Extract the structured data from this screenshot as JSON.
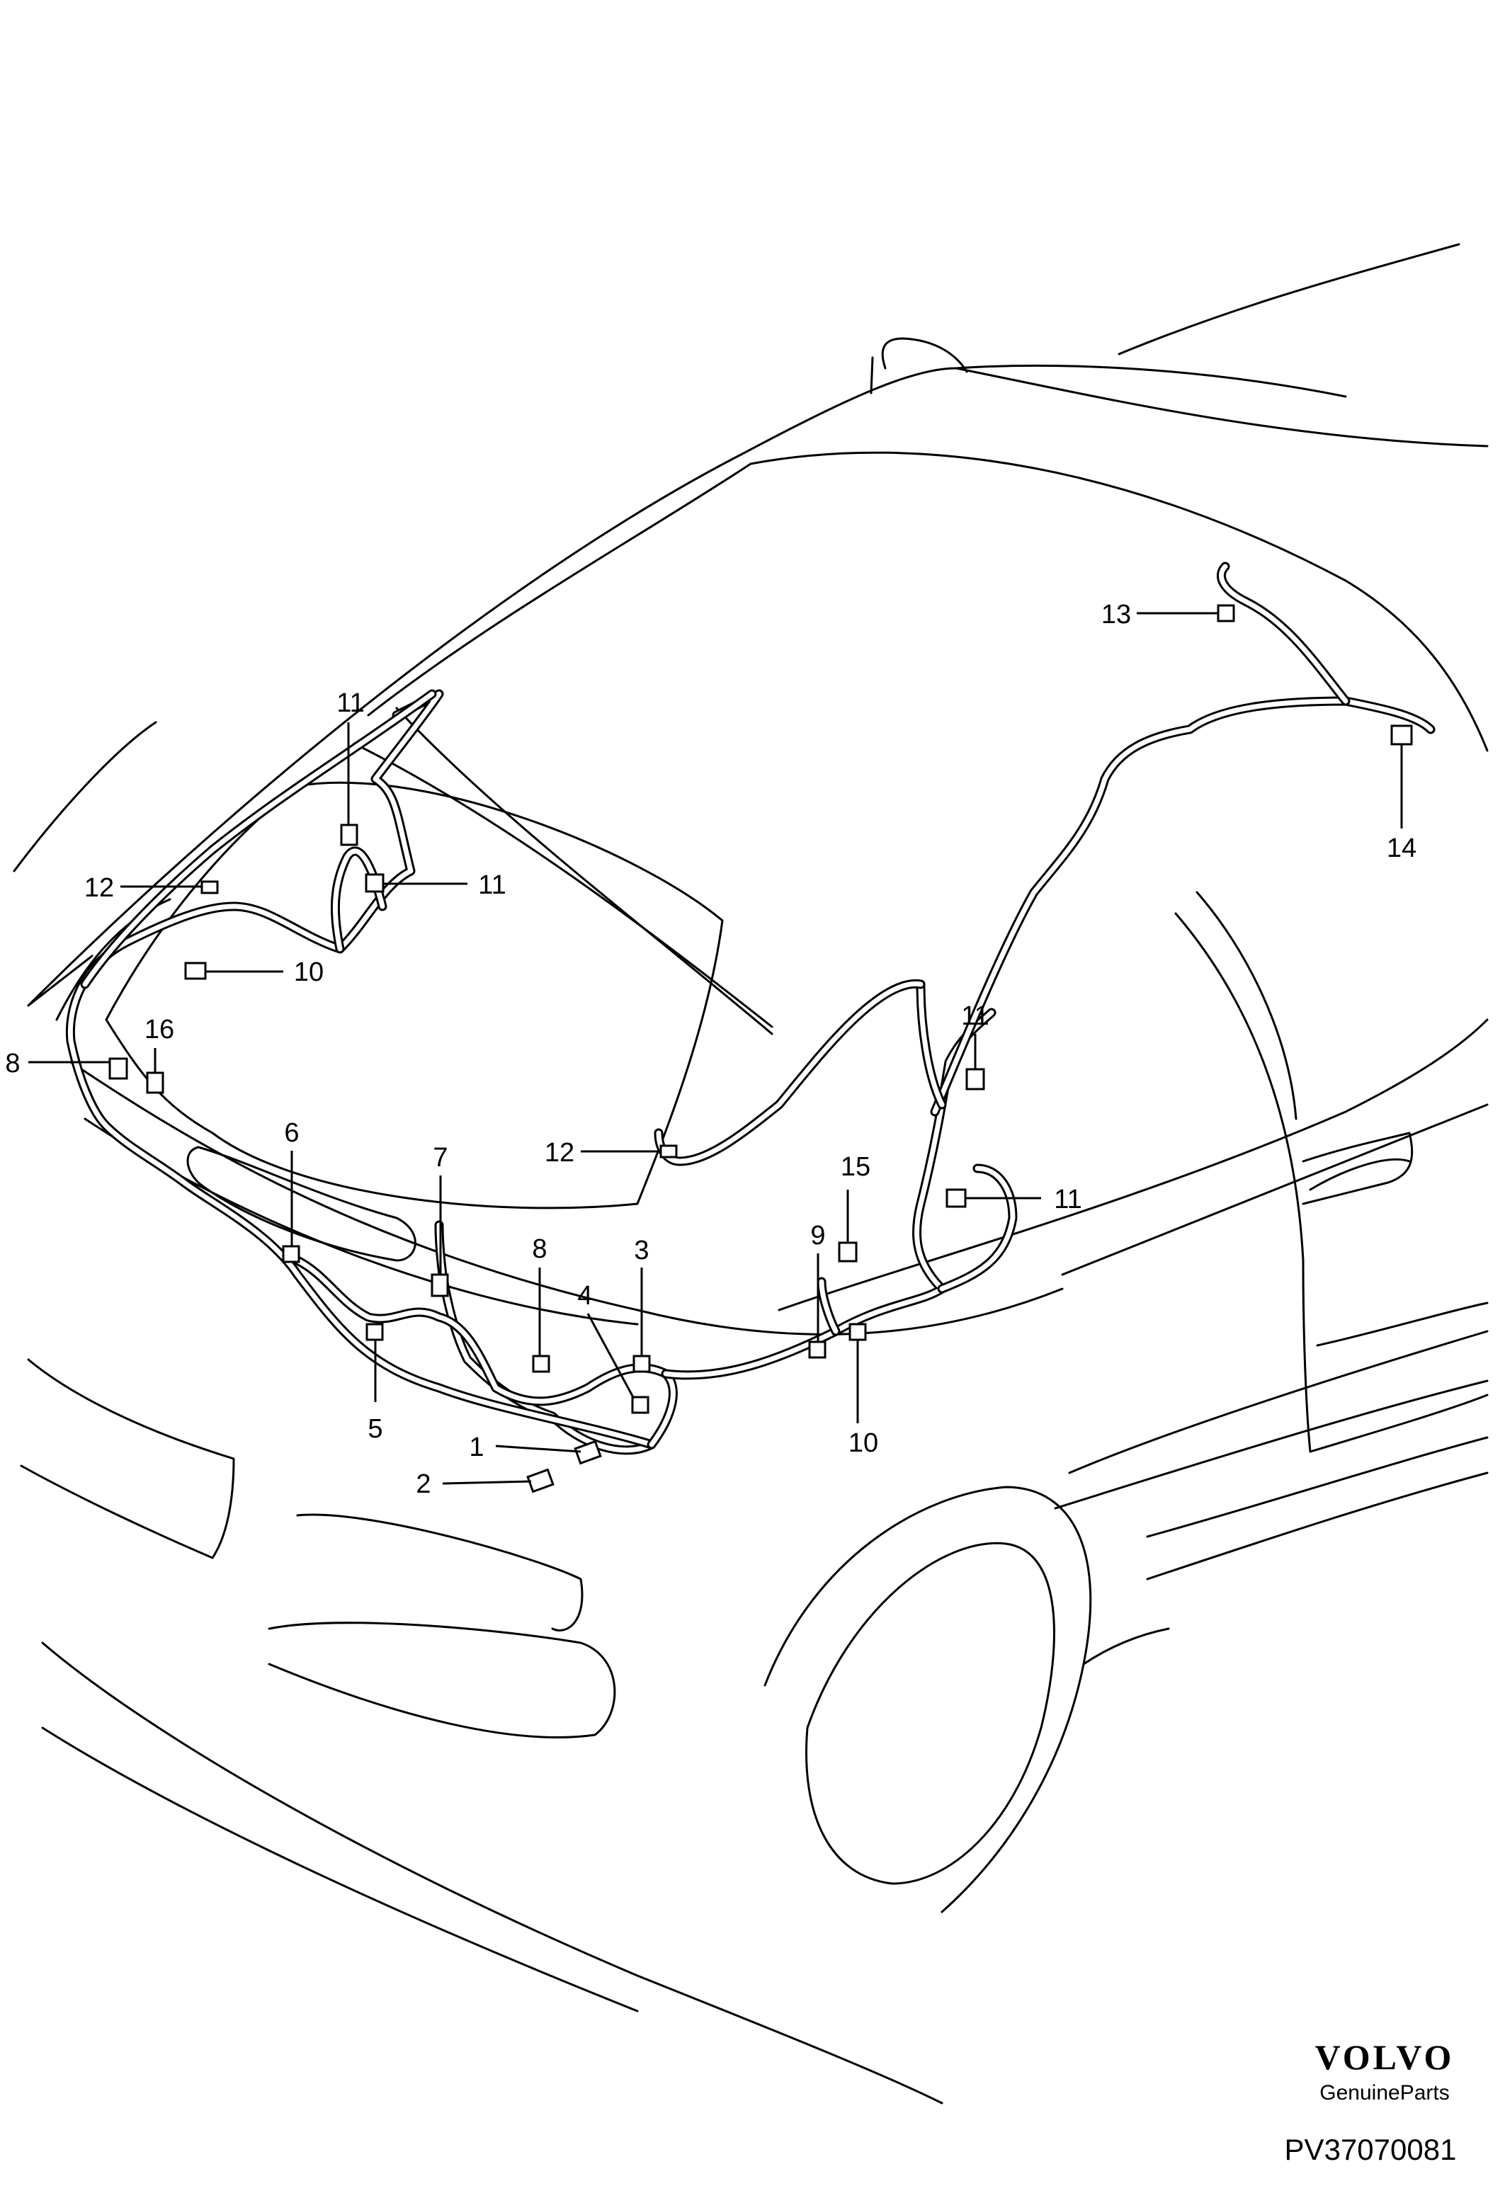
{
  "callouts": [
    {
      "id": "c1",
      "label": "1"
    },
    {
      "id": "c2",
      "label": "2"
    },
    {
      "id": "c3",
      "label": "3"
    },
    {
      "id": "c4",
      "label": "4"
    },
    {
      "id": "c5",
      "label": "5"
    },
    {
      "id": "c6",
      "label": "6"
    },
    {
      "id": "c7",
      "label": "7"
    },
    {
      "id": "c8a",
      "label": "8"
    },
    {
      "id": "c8b",
      "label": "8"
    },
    {
      "id": "c9",
      "label": "9"
    },
    {
      "id": "c10a",
      "label": "10"
    },
    {
      "id": "c10b",
      "label": "10"
    },
    {
      "id": "c11a",
      "label": "11"
    },
    {
      "id": "c11b",
      "label": "11"
    },
    {
      "id": "c11c",
      "label": "11"
    },
    {
      "id": "c11d",
      "label": "11"
    },
    {
      "id": "c12a",
      "label": "12"
    },
    {
      "id": "c12b",
      "label": "12"
    },
    {
      "id": "c13",
      "label": "13"
    },
    {
      "id": "c14",
      "label": "14"
    },
    {
      "id": "c15",
      "label": "15"
    },
    {
      "id": "c16",
      "label": "16"
    }
  ],
  "footer": {
    "logo_text": "VOLVO",
    "sub_text": "GenuineParts",
    "code": "PV37070081"
  }
}
